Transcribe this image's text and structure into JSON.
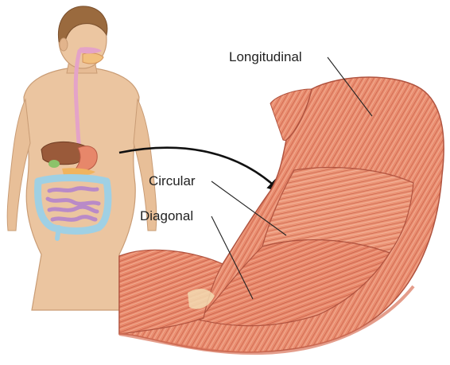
{
  "labels": {
    "longitudinal": "Longitudinal",
    "circular": "Circular",
    "diagonal": "Diagonal"
  },
  "colors": {
    "skin": "#ebc5a0",
    "hair": "#9a6a3e",
    "muscle": "#e8876a",
    "muscle_dark": "#c9604a",
    "muscle_light": "#f4b59c",
    "liver": "#9a5a3a",
    "intestine": "#b98ac8",
    "colon": "#9fd0e4",
    "esophagus": "#e4a3c8",
    "arrow": "#111111"
  }
}
